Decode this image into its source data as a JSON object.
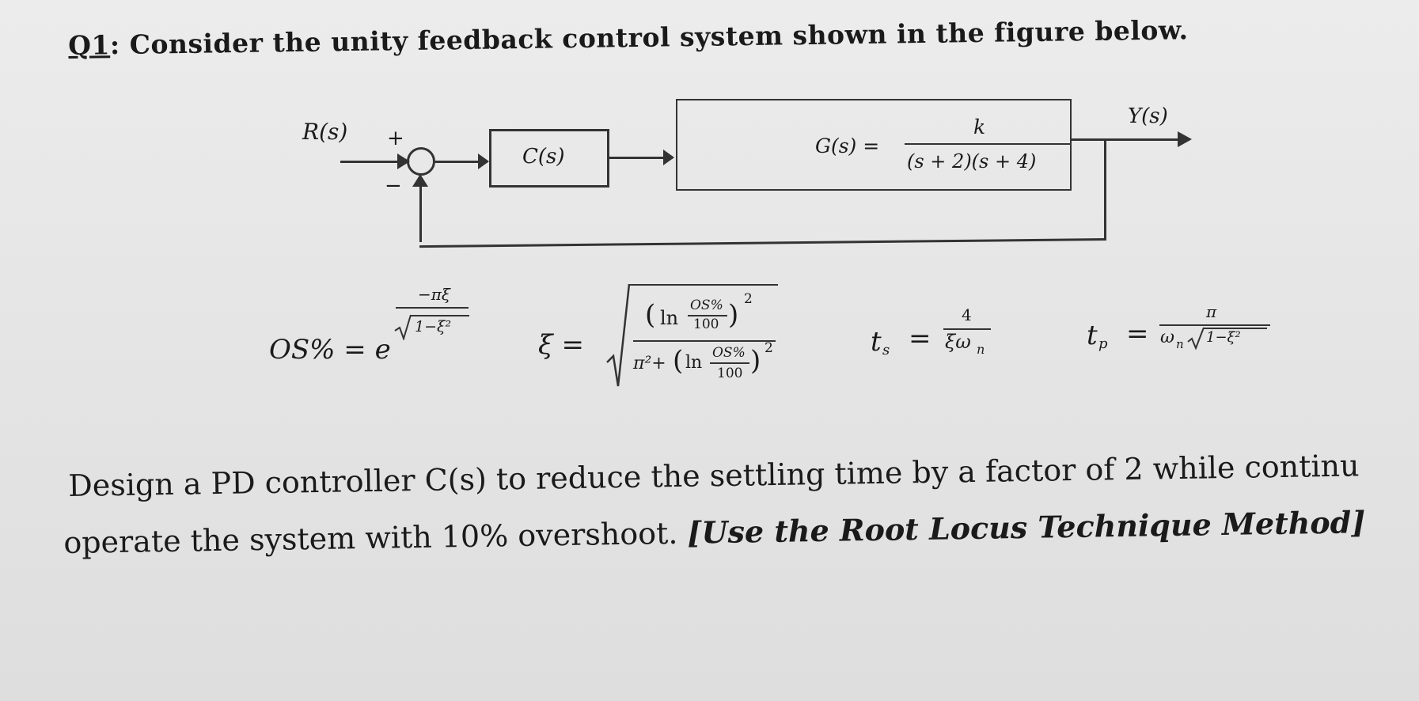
{
  "question": {
    "number": "Q1",
    "title_rest": ": Consider the unity feedback control system shown in the figure below."
  },
  "block_diagram": {
    "input_label": "R(s)",
    "output_label": "Y(s)",
    "plus_sign": "+",
    "minus_sign": "−",
    "controller_label": "C(s)",
    "plant_lhs": "G(s) =",
    "plant_num": "k",
    "plant_den": "(s + 2)(s + 4)"
  },
  "formulas": {
    "os": {
      "lhs": "OS% = e",
      "exp_num": "−πξ",
      "exp_den": "1−ξ²"
    },
    "zeta": {
      "lhs": "ξ =",
      "ln": "ln",
      "os_num": "OS%",
      "os_den": "100",
      "pi_sq": "π²+",
      "power": "2"
    },
    "ts": {
      "lhs": "t",
      "sub": "s",
      "eq": "=",
      "num": "4",
      "den": "ξω",
      "den_sub": "n"
    },
    "tp": {
      "lhs": "t",
      "sub": "p",
      "eq": "=",
      "num": "π",
      "den": "ω",
      "den_sub": "n",
      "den_rad": "1−ξ²"
    }
  },
  "paragraph": {
    "line1": "Design a PD controller C(s) to reduce the settling time by a factor of 2 while continu",
    "line2_plain": "operate the system with 10% overshoot. ",
    "line2_emph": "[Use the Root Locus Technique Method]"
  }
}
